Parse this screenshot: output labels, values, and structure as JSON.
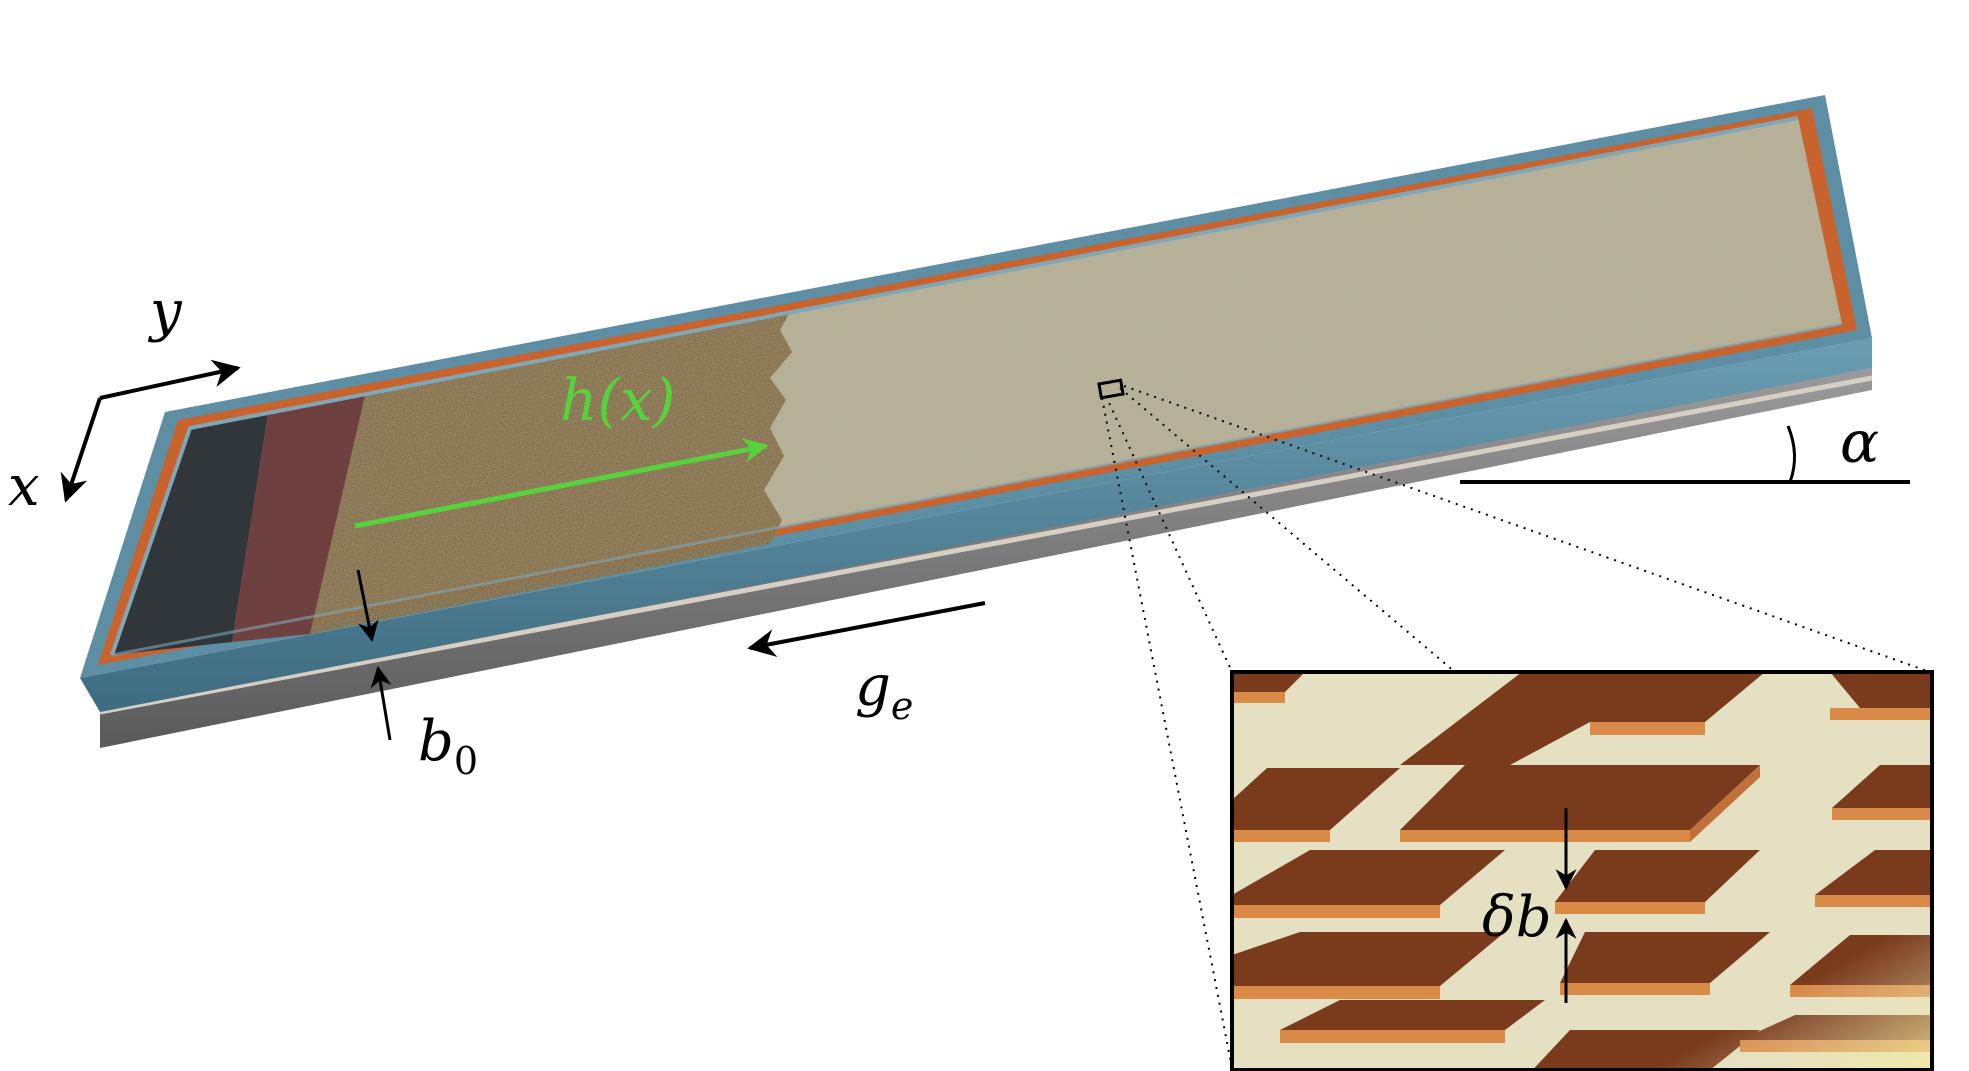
{
  "labels": {
    "axis_y": "y",
    "axis_x": "x",
    "front": "h(x)",
    "angle": "α",
    "gravity_base": "g",
    "gravity_sub": "e",
    "gap_base": "b",
    "gap_sub": "0",
    "inset_gap": "δb"
  },
  "colors": {
    "cell_glass": "#4e7f96",
    "cell_copper": "#c8632e",
    "saturated_fluid": "#7d6d45",
    "unsaturated_medium": "#b3b49b",
    "front_arrow": "#58d23c",
    "inset_background": "#e5e0c2",
    "asperity_top": "#7a3a1c",
    "asperity_side": "#d98a47",
    "arrows": "#000000"
  }
}
